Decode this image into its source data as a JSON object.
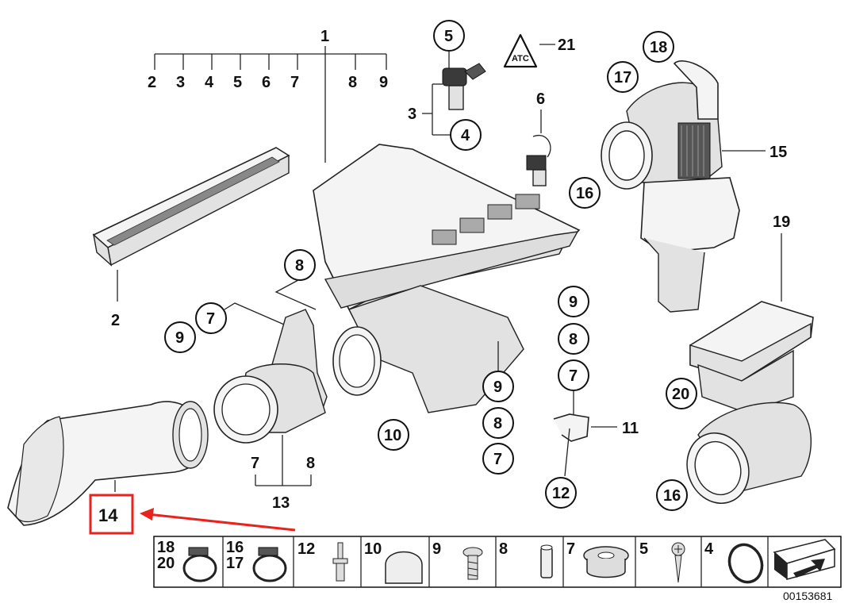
{
  "diagram": {
    "labels": {
      "l1": "1",
      "top_row": [
        "2",
        "3",
        "4",
        "5",
        "6",
        "7",
        "8",
        "9"
      ],
      "l2_filter": "2",
      "l3": "3",
      "c4": "4",
      "c5": "5",
      "l21": "21",
      "l6": "6",
      "c16a": "16",
      "c17": "17",
      "c18": "18",
      "l15": "15",
      "l19": "19",
      "c20": "20",
      "c16b": "16",
      "c8a": "8",
      "c7a": "7",
      "c9a": "9",
      "right_stack": [
        "9",
        "8",
        "7"
      ],
      "center_stack": [
        "9",
        "8",
        "7"
      ],
      "l11": "11",
      "c12": "12",
      "c10": "10",
      "l7b": "7",
      "l8b": "8",
      "l13": "13",
      "l14": "14"
    },
    "legend": [
      {
        "top": "18",
        "bottom": "20",
        "icon": "hose-clamp-icon"
      },
      {
        "top": "16",
        "bottom": "17",
        "icon": "hose-clamp-icon"
      },
      {
        "top": "12",
        "icon": "rivet-icon"
      },
      {
        "top": "10",
        "icon": "rubber-cap-icon"
      },
      {
        "top": "9",
        "icon": "screw-icon"
      },
      {
        "top": "8",
        "icon": "spacer-sleeve-icon"
      },
      {
        "top": "7",
        "icon": "grommet-icon"
      },
      {
        "top": "5",
        "icon": "self-tapping-screw-icon"
      },
      {
        "top": "4",
        "icon": "o-ring-icon"
      },
      {
        "icon": "arrow-icon"
      }
    ],
    "diagram_number": "00153681"
  },
  "colors": {
    "highlight": "#e8231d"
  }
}
